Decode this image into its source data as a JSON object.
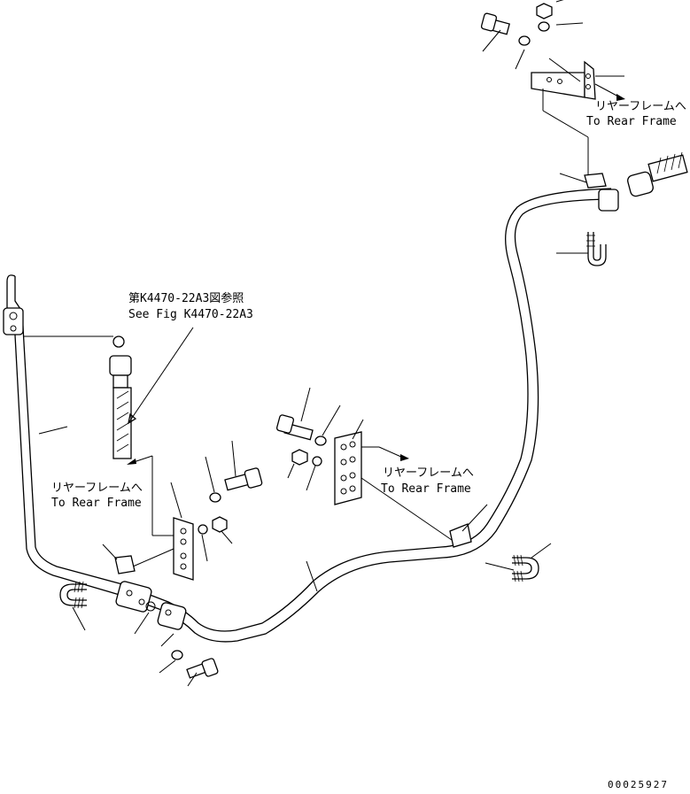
{
  "diagram": {
    "notes": {
      "ref_jp": "第K4470-22A3図参照",
      "ref_en": "See Fig K4470-22A3",
      "rear_frame_jp": "リヤーフレームへ",
      "rear_frame_en": "To Rear Frame"
    },
    "figure_number": "00025927"
  }
}
